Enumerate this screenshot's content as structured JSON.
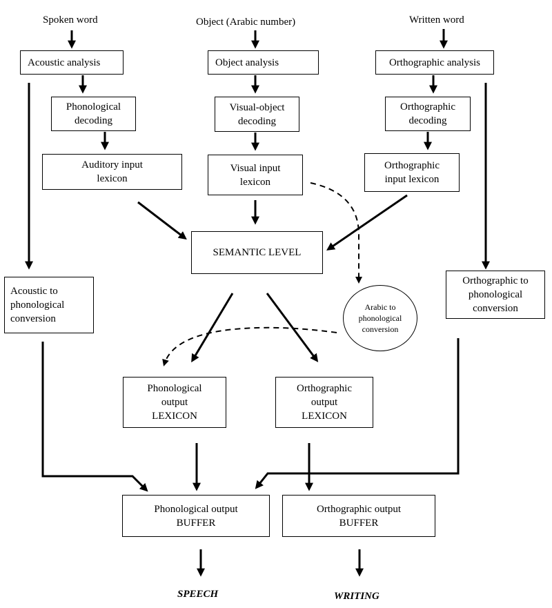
{
  "inputs": {
    "spoken": "Spoken word",
    "object": "Object (Arabic number)",
    "written": "Written word"
  },
  "boxes": {
    "acoustic_analysis": "Acoustic analysis",
    "object_analysis": "Object analysis",
    "orthographic_analysis": "Orthographic analysis",
    "phonological_decoding": "Phonological\ndecoding",
    "visual_object_decoding": "Visual-object\ndecoding",
    "orthographic_decoding": "Orthographic\ndecoding",
    "auditory_input_lexicon": "Auditory input\nlexicon",
    "visual_input_lexicon": "Visual input\nlexicon",
    "orthographic_input_lexicon": "Orthographic\ninput lexicon",
    "semantic_level": "SEMANTIC LEVEL",
    "acoustic_to_phonological": "Acoustic to\nphonological\nconversion",
    "orthographic_to_phonological": "Orthographic to\nphonological\nconversion",
    "arabic_to_phonological": "Arabic to\nphonological\nconversion",
    "phonological_output_lexicon": "Phonological\noutput\nLEXICON",
    "orthographic_output_lexicon": "Orthographic\noutput\nLEXICON",
    "phonological_output_buffer": "Phonological output\nBUFFER",
    "orthographic_output_buffer": "Orthographic output\nBUFFER"
  },
  "outputs": {
    "speech": "SPEECH",
    "writing": "WRITING"
  }
}
